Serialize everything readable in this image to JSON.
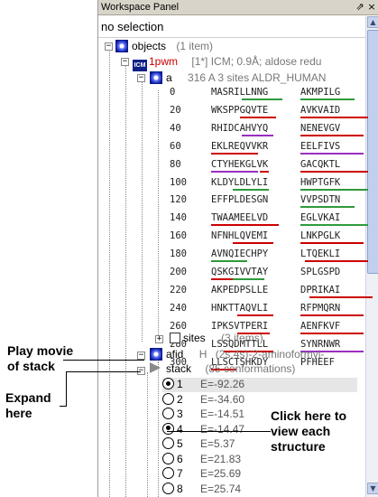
{
  "panel": {
    "title": "Workspace Panel",
    "pin_label": "⇗",
    "close_label": "×",
    "selection_text": "no selection"
  },
  "tree": {
    "objects": {
      "label": "objects",
      "count": "(1 item)"
    },
    "object": {
      "icon_label": "ICM",
      "name": "1pwm",
      "info": "[1*] ICM; 0.9Å; aldose redu"
    },
    "chain": {
      "name": "a",
      "info": "316 A  3 sites ALDR_HUMAN"
    },
    "sites": {
      "label": "sites",
      "count": "(3 items)"
    },
    "ligand": {
      "name": "afid",
      "type": "H",
      "info": "(2s,4s)-2-aminoformyl-"
    },
    "stack": {
      "label": "stack",
      "count": "(85 conformations)"
    }
  },
  "sequence": [
    {
      "num": "0",
      "b1": "MASRILLNNG",
      "b2": "AKMPILG"
    },
    {
      "num": "20",
      "b1": "WKSPPGQVTE",
      "b2": "AVKVAID"
    },
    {
      "num": "40",
      "b1": "RHIDCAHVYQ",
      "b2": "NENEVGV"
    },
    {
      "num": "60",
      "b1": "EKLREQVVKR",
      "b2": "EELFIVS"
    },
    {
      "num": "80",
      "b1": "CTYHEKGLVK",
      "b2": "GACQKTL"
    },
    {
      "num": "100",
      "b1": "KLDYLDLYLI",
      "b2": "HWPTGFK"
    },
    {
      "num": "120",
      "b1": "EFFPLDESGN",
      "b2": "VVPSDTN"
    },
    {
      "num": "140",
      "b1": "TWAAMEELVD",
      "b2": "EGLVKAI"
    },
    {
      "num": "160",
      "b1": "NFNHLQVEMI",
      "b2": "LNKPGLK"
    },
    {
      "num": "180",
      "b1": "AVNQIECHPY",
      "b2": "LTQEKLI"
    },
    {
      "num": "200",
      "b1": "QSKGIVVTAY",
      "b2": "SPLGSPD"
    },
    {
      "num": "220",
      "b1": "AKPEDPSLLE",
      "b2": "DPRIKAI"
    },
    {
      "num": "240",
      "b1": "HNKTTAQVLI",
      "b2": "RFPMQRN"
    },
    {
      "num": "260",
      "b1": "IPKSVTPERI",
      "b2": "AENFKVF"
    },
    {
      "num": "280",
      "b1": "LSSQDMTTLL",
      "b2": "SYNRNWR"
    },
    {
      "num": "300",
      "b1": "LLSCTSHKDY",
      "b2": "PFHEEF"
    }
  ],
  "conformations": [
    {
      "n": "1",
      "energy": "E=-92.26",
      "selected": true
    },
    {
      "n": "2",
      "energy": "E=-34.60",
      "selected": false
    },
    {
      "n": "3",
      "energy": "E=-14.51",
      "selected": false
    },
    {
      "n": "4",
      "energy": "E=-14.47",
      "selected": true
    },
    {
      "n": "5",
      "energy": "E=5.37",
      "selected": false
    },
    {
      "n": "6",
      "energy": "E=21.83",
      "selected": false
    },
    {
      "n": "7",
      "energy": "E=25.69",
      "selected": false
    },
    {
      "n": "8",
      "energy": "E=25.74",
      "selected": false
    }
  ],
  "annotations": {
    "play_line1": "Play movie",
    "play_line2": "of stack",
    "expand_line1": "Expand",
    "expand_line2": "here",
    "click_line1": "Click here to",
    "click_line2": "view each",
    "click_line3": "structure"
  },
  "colors": {
    "red_underline": "#cc0000",
    "green_underline": "#2e9a3c",
    "purple_underline": "#9a2ec0",
    "object_blue": "#1d2fc4"
  }
}
